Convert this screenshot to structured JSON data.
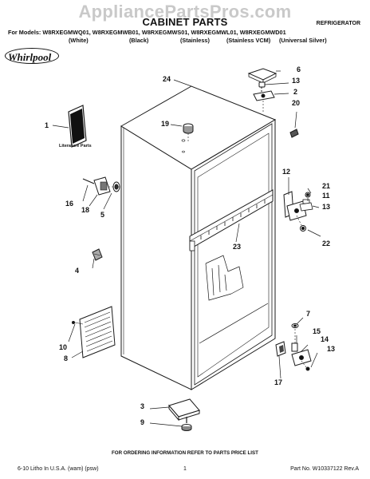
{
  "watermark": "AppliancePartsPros.com",
  "header": {
    "title": "CABINET PARTS",
    "doc_type": "REFRIGERATOR",
    "models_line": "For Models: W8RXEGMWQ01, W8RXEGMWB01, W8RXEGMWS01, W8RXEGMWL01, W8RXEGMWD01",
    "variants": [
      "(White)",
      "(Black)",
      "(Stainless)",
      "(Stainless VCM)",
      "(Universal Silver)"
    ]
  },
  "brand": "Whirlpool",
  "literature_label": "Literature Parts",
  "callouts": {
    "c1": "1",
    "c2": "2",
    "c3": "3",
    "c4": "4",
    "c5": "5",
    "c6": "6",
    "c7": "7",
    "c8": "8",
    "c9": "9",
    "c10": "10",
    "c11": "11",
    "c12": "12",
    "c13a": "13",
    "c13b": "13",
    "c13c": "13",
    "c14": "14",
    "c15": "15",
    "c16": "16",
    "c17": "17",
    "c18": "18",
    "c19": "19",
    "c20": "20",
    "c21": "21",
    "c22": "22",
    "c23": "23",
    "c24": "24"
  },
  "footer": {
    "order_info": "FOR ORDERING INFORMATION REFER TO PARTS PRICE LIST",
    "litho": "6-10 Litho In U.S.A. (wam) (psw)",
    "page": "1",
    "part_no": "Part No. W10337122 Rev.A"
  }
}
